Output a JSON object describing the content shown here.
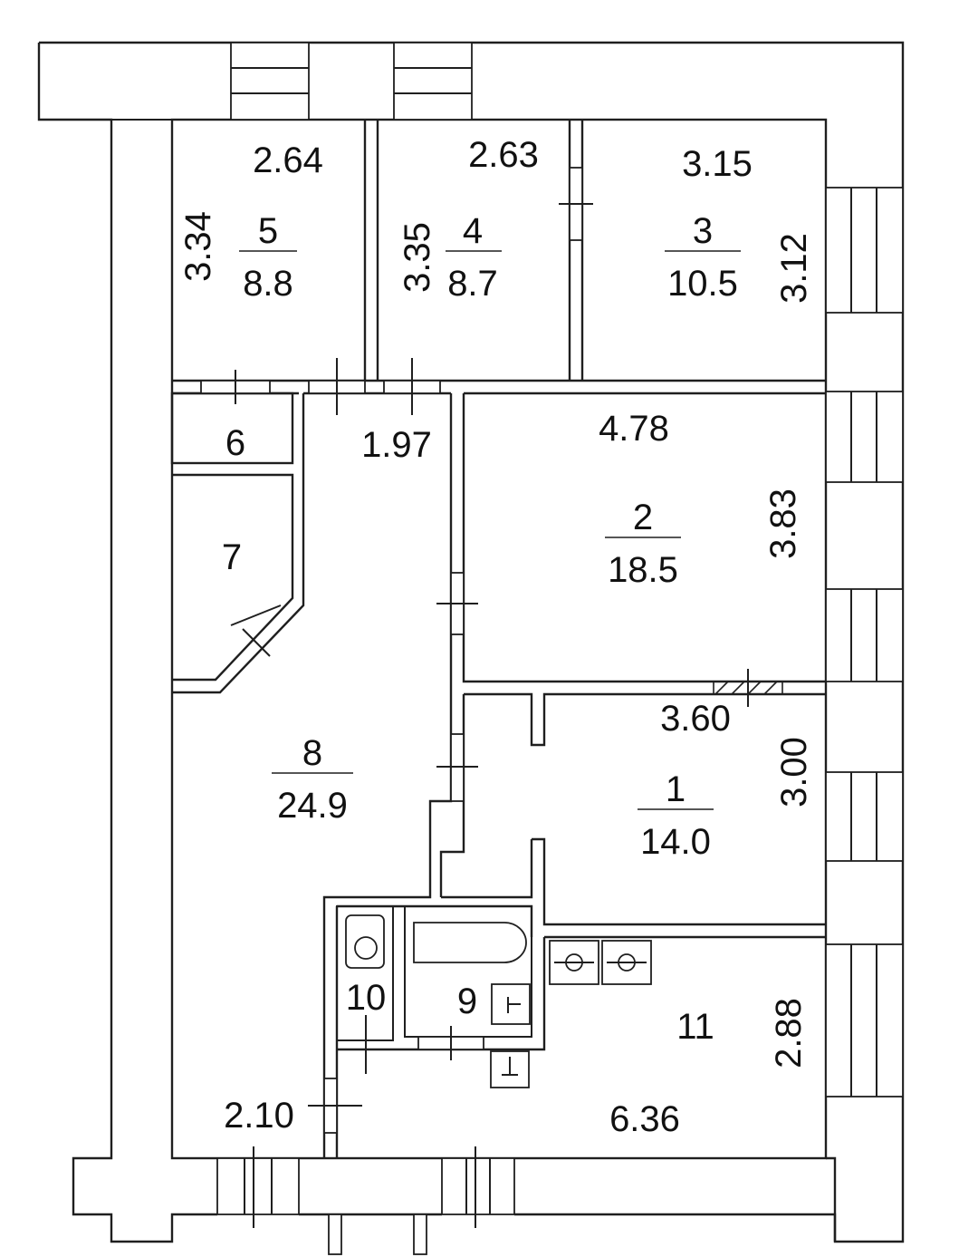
{
  "rooms": [
    {
      "number": "5",
      "area": "8.8"
    },
    {
      "number": "4",
      "area": "8.7"
    },
    {
      "number": "3",
      "area": "10.5"
    },
    {
      "number": "2",
      "area": "18.5"
    },
    {
      "number": "1",
      "area": "14.0"
    },
    {
      "number": "8",
      "area": "24.9"
    },
    {
      "number": "6"
    },
    {
      "number": "7"
    },
    {
      "number": "9"
    },
    {
      "number": "10"
    },
    {
      "number": "11"
    }
  ],
  "dimensions": {
    "r5_w": "2.64",
    "r5_h": "3.34",
    "r4_w": "2.63",
    "r4_h": "3.35",
    "r3_w": "3.15",
    "r3_h": "3.12",
    "r2_w": "4.78",
    "r2_h": "3.83",
    "r1_w": "3.60",
    "r1_h": "3.00",
    "hall_w": "1.97",
    "r8_w": "2.10",
    "r11_w": "6.36",
    "r11_h": "2.88"
  }
}
